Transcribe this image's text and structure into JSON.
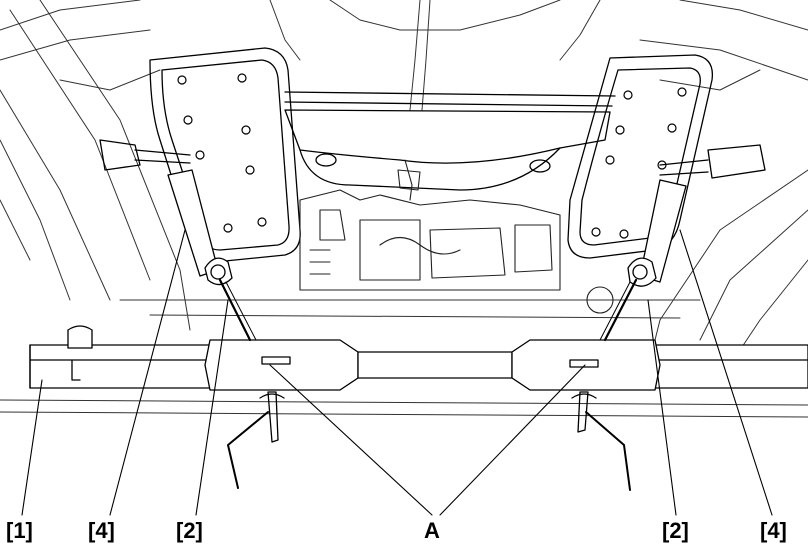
{
  "callouts": {
    "item1": "[1]",
    "item4_left": "[4]",
    "item2_left": "[2]",
    "itemA": "A",
    "item2_right": "[2]",
    "item4_right": "[4]"
  },
  "colors": {
    "line": "#000000",
    "background": "#ffffff",
    "light_line": "#555555"
  }
}
